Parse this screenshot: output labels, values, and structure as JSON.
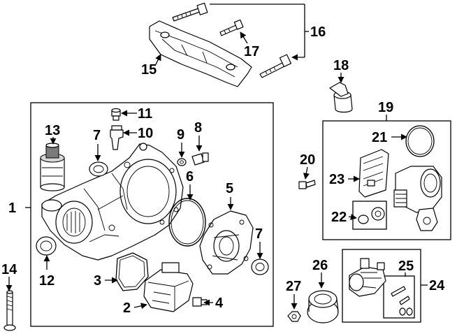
{
  "diagram": {
    "callouts": {
      "c1": "1",
      "c2": "2",
      "c3": "3",
      "c4": "4",
      "c5": "5",
      "c6": "6",
      "c7a": "7",
      "c7b": "7",
      "c8": "8",
      "c9": "9",
      "c10": "10",
      "c11": "11",
      "c12": "12",
      "c13": "13",
      "c14": "14",
      "c15": "15",
      "c16": "16",
      "c17": "17",
      "c18": "18",
      "c19": "19",
      "c20": "20",
      "c21": "21",
      "c22": "22",
      "c23": "23",
      "c24": "24",
      "c25": "25",
      "c26": "26",
      "c27": "27"
    },
    "icons": {
      "differential-housing": "differential-housing-icon",
      "bolt": "bolt-icon",
      "seal": "oil-seal-icon",
      "gasket": "gasket-icon",
      "cover": "differential-cover-icon",
      "mount": "mount-bracket-icon",
      "actuator": "actuator-motor-icon"
    }
  }
}
